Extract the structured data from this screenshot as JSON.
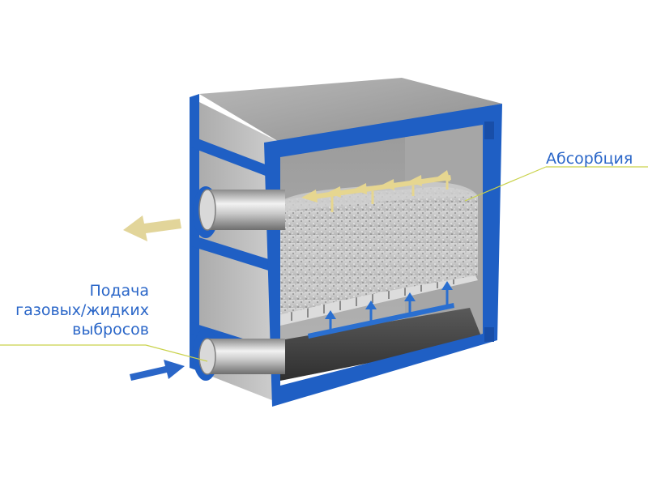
{
  "labels": {
    "absorption": "Абсорбция",
    "feed_line1": "Подача",
    "feed_line2": "газовых/жидких",
    "feed_line3": "выбросов"
  },
  "colors": {
    "frame_blue": "#1f5fc4",
    "text_blue": "#2a66c8",
    "flow_blue": "#2a6fd0",
    "absorb_arrow": "#e6d690",
    "exhaust_arrow": "#e2d59a",
    "leader_line": "#c9d24a",
    "panel_gray": "#9c9c9c",
    "media_gray": "#c4c4c4"
  }
}
